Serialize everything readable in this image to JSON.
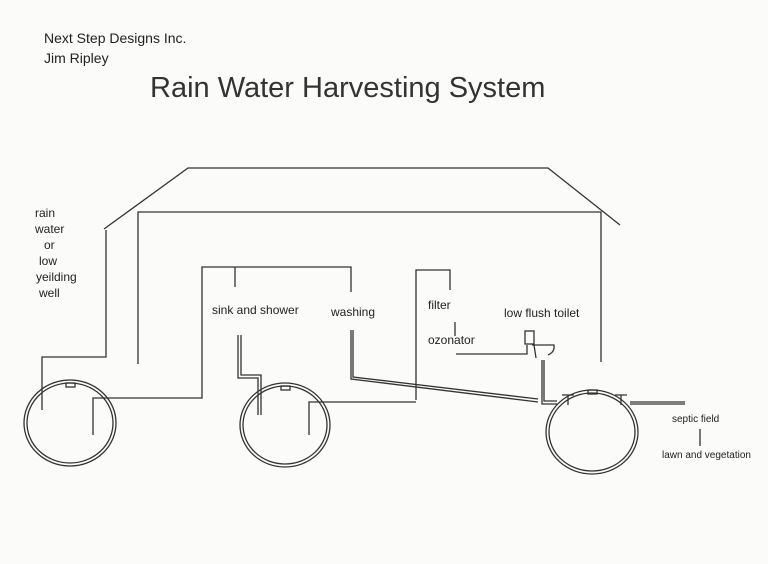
{
  "header": {
    "company": "Next Step Designs Inc.",
    "author": "Jim Ripley",
    "title": "Rain Water Harvesting System"
  },
  "labels": {
    "source": [
      "rain",
      "water",
      "or",
      "low",
      "yeilding",
      "well"
    ],
    "sink_shower": "sink and shower",
    "washing": "washing",
    "filter": "filter",
    "ozonator": "ozonator",
    "toilet": "low flush toilet",
    "septic": "septic field",
    "lawn": "lawn and vegetation"
  }
}
